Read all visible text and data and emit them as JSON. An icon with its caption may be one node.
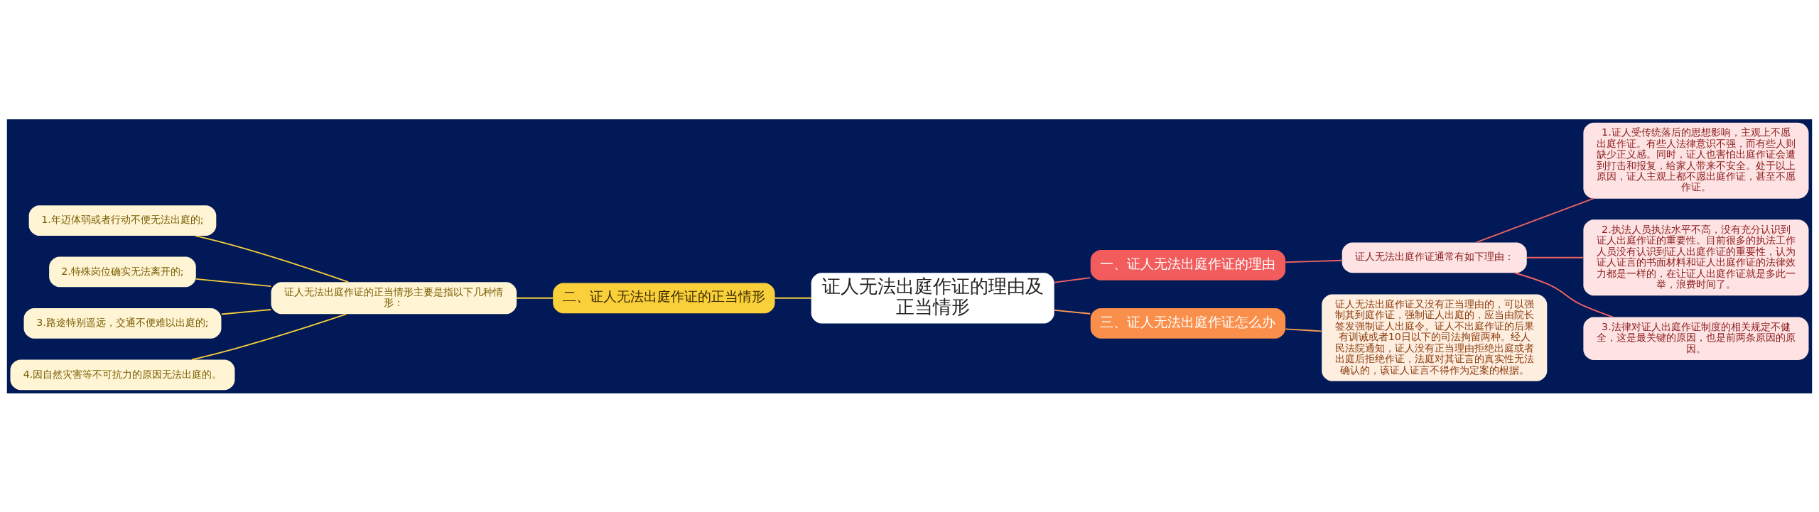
{
  "diagram": {
    "nodes": [
      {
        "text": [
          "证人无法出庭作证的理由及正当情形"
        ]
      },
      {
        "text": [
          "一、证人无法出庭作证的理由"
        ]
      },
      {
        "text": [
          "证人无法出庭作证通常有如下理由："
        ]
      },
      {
        "text": [
          "1.证人受传统落后的思想影响，主观上不愿出庭作证。有些人法律意识不强，而有些人则缺少正义感。同时，证人也害怕出庭作证会遭到打击和报复，给家人带来不安全。处于以上原因，证人主观上都不愿出庭作证，甚至不愿作证。"
        ]
      },
      {
        "text": [
          "2.执法人员执法水平不高，没有充分认识到证人出庭作证的重要性。目前很多的执法工作人员没有认识到证人出庭作证的重要性，认为证人证言的书面材料和证人出庭作证的法律效力都是一样的，在让证人出庭作证就是多此一举，浪费时间了。"
        ]
      },
      {
        "text": [
          "3.法律对证人出庭作证制度的相关规定不健全，这是最关键的原因，也是前两条原因的原因。"
        ]
      },
      {
        "text": [
          "二、证人无法出庭作证的正当情形"
        ]
      },
      {
        "text": [
          "证人无法出庭作证的正当情形主要是指以下几种情形："
        ]
      },
      {
        "text": [
          "1.年迈体弱或者行动不便无法出庭的;"
        ]
      },
      {
        "text": [
          "2.特殊岗位确实无法离开的;"
        ]
      },
      {
        "text": [
          "3.路途特别遥远，交通不便难以出庭的;"
        ]
      },
      {
        "text": [
          "4.因自然灾害等不可抗力的原因无法出庭的。"
        ]
      },
      {
        "text": [
          "三、证人无法出庭作证怎么办"
        ]
      },
      {
        "text": [
          "证人无法出庭作证又没有正当理由的，可以强制其到庭作证，强制证人出庭的，应当由院长签发强制证人出庭令。证人不出庭作证的后果有训诫或者10日以下的司法拘留两种。经人民法院通知，证人没有正当理由拒绝出庭或者出庭后拒绝作证，法庭对其证言的真实性无法确认的，该证人证言不得作为定案的根据。"
        ]
      }
    ],
    "edges": [
      {
        "from": 0,
        "to": 1,
        "arrow": "none",
        "color": "#f06262"
      },
      {
        "from": 1,
        "to": 2,
        "arrow": "none",
        "color": "#f06262"
      },
      {
        "from": 2,
        "to": 3,
        "arrow": "none",
        "color": "#f06262"
      },
      {
        "from": 2,
        "to": 4,
        "arrow": "none",
        "color": "#f06262"
      },
      {
        "from": 2,
        "to": 5,
        "arrow": "none",
        "color": "#f06262"
      },
      {
        "from": 0,
        "to": 6,
        "arrow": "none"
      },
      {
        "from": 6,
        "to": 7,
        "arrow": "none"
      },
      {
        "from": 7,
        "to": 8,
        "arrow": "none"
      },
      {
        "from": 7,
        "to": 9,
        "arrow": "none"
      },
      {
        "from": 7,
        "to": 10,
        "arrow": "none"
      },
      {
        "from": 7,
        "to": 11,
        "arrow": "none"
      },
      {
        "from": 0,
        "to": 12,
        "arrow": "none",
        "color": "#f99a55"
      },
      {
        "from": 12,
        "to": 13,
        "arrow": "none",
        "color": "#f99a55"
      }
    ]
  }
}
